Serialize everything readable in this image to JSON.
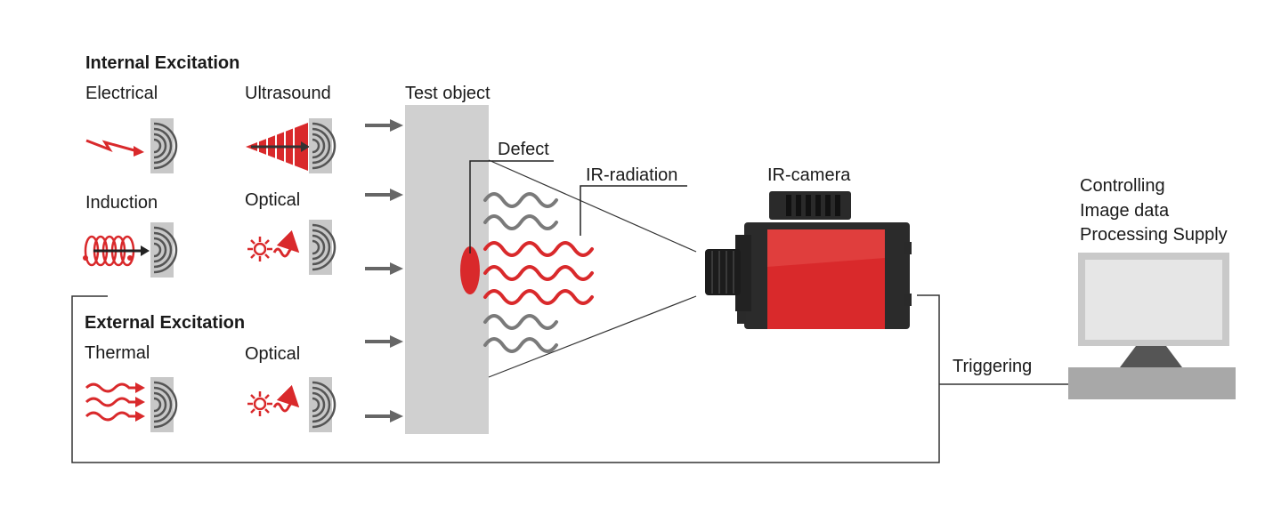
{
  "internal_excitation": {
    "title": "Internal Excitation",
    "electrical": "Electrical",
    "ultrasound": "Ultrasound",
    "induction": "Induction",
    "optical": "Optical"
  },
  "external_excitation": {
    "title": "External Excitation",
    "thermal": "Thermal",
    "optical": "Optical"
  },
  "test_object": "Test object",
  "defect": "Defect",
  "ir_radiation": "IR-radiation",
  "ir_camera": "IR-camera",
  "computer": {
    "line1": "Controlling",
    "line2": "Image data",
    "line3": "Processing Supply"
  },
  "triggering": "Triggering",
  "colors": {
    "red": "#d9292b",
    "gray": "#808080",
    "panel": "#cfcfcf",
    "dark": "#2a2a2a"
  }
}
